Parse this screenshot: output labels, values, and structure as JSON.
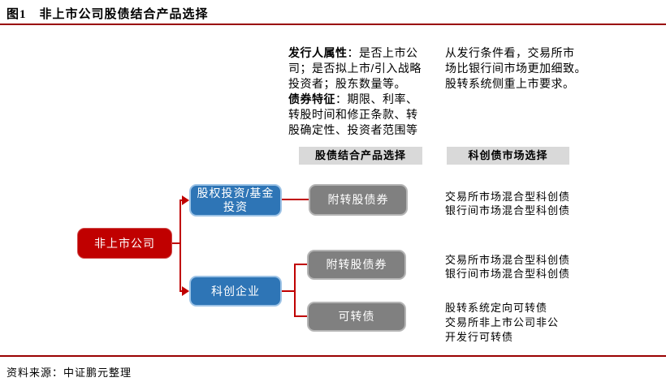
{
  "figure": {
    "title": "图1　非上市公司股债结合产品选择",
    "source": "资料来源：中证鹏元整理"
  },
  "notes": {
    "issuer": {
      "lines": [
        {
          "b": "发行人属性",
          "t": "：是否上市公"
        },
        {
          "b": "",
          "t": "司；是否拟上市/引入战略"
        },
        {
          "b": "",
          "t": "投资者；股东数量等。"
        },
        {
          "b": "债券特征",
          "t": "：期限、利率、"
        },
        {
          "b": "",
          "t": "转股时间和修正条款、转"
        },
        {
          "b": "",
          "t": "股确定性、投资者范围等"
        }
      ]
    },
    "market": {
      "lines": [
        "从发行条件看，交易所市",
        "场比银行间市场更加细致。",
        "股转系统侧重上市要求。"
      ]
    }
  },
  "column_headers": {
    "product": "股债结合产品选择",
    "market": "科创债市场选择"
  },
  "nodes": {
    "root": "非上市公司",
    "equity_lines": [
      "股权投资/基金",
      "投资"
    ],
    "tech": "科创企业",
    "bond1": "附转股债券",
    "bond2": "附转股债券",
    "bond3": "可转债"
  },
  "annotations": {
    "bond1": [
      "交易所市场混合型科创债",
      "银行间市场混合型科创债"
    ],
    "bond2": [
      "交易所市场混合型科创债",
      "银行间市场混合型科创债"
    ],
    "bond3": [
      "股转系统定向可转债",
      "交易所非上市公司非公",
      "开发行可转债"
    ]
  },
  "colors": {
    "rule": "#990000",
    "root_box": "#C00000",
    "branch_box": "#2E75B6",
    "product_box": "#808080",
    "header_bar": "#D9D9D9",
    "connector": "#C00000"
  }
}
